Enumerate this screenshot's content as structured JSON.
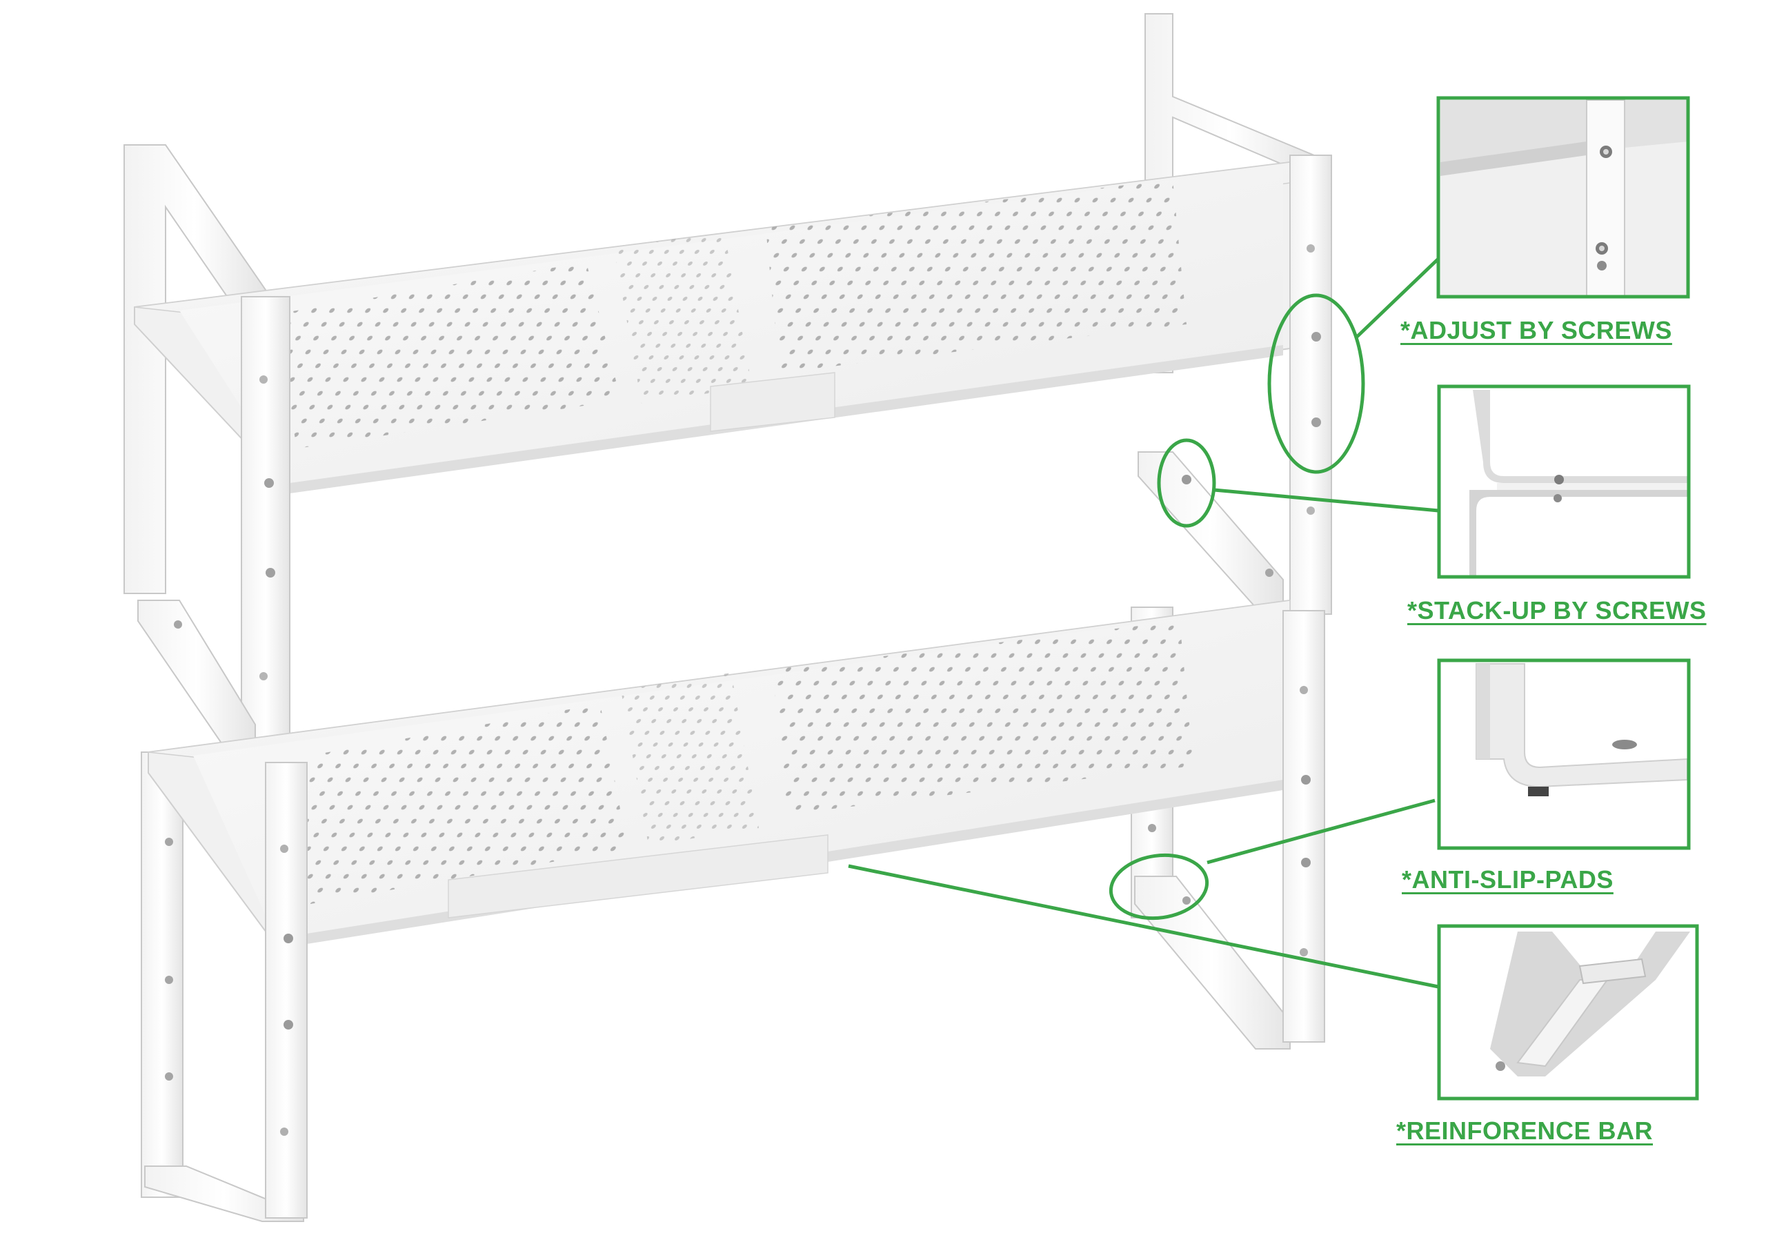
{
  "accent_color": "#3aa648",
  "features": [
    {
      "label": "*ADJUST BY SCREWS",
      "detail_icon": "shelf-corner-screws-detail"
    },
    {
      "label": "*STACK-UP BY SCREWS",
      "detail_icon": "stacking-screw-detail"
    },
    {
      "label": "*ANTI-SLIP-PADS",
      "detail_icon": "anti-slip-pad-detail"
    },
    {
      "label": "*REINFORENCE BAR",
      "detail_icon": "reinforcement-bar-detail"
    }
  ]
}
